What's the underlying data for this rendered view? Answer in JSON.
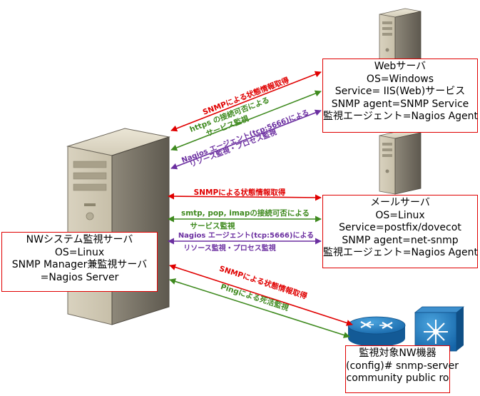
{
  "colors": {
    "red": "#e00000",
    "green": "#3f8a1f",
    "purple": "#6b2fa0",
    "box_border": "#e00000"
  },
  "servers": {
    "web": {
      "title": "Webサーバ",
      "lines": [
        "OS=Windows",
        "Service= IIS(Web)サービス",
        "SNMP agent=SNMP Service",
        "監視エージェント=Nagios Agent"
      ]
    },
    "mail": {
      "title": "メールサーバ",
      "lines": [
        "OS=Linux",
        "Service=postfix/dovecot",
        "SNMP agent=net-snmp",
        "監視エージェント=Nagios Agent"
      ]
    },
    "nagios": {
      "title": "NWシステム監視サーバ",
      "lines": [
        "OS=Linux",
        "SNMP Manager兼監視サーバ",
        "=Nagios Server"
      ]
    },
    "nw": {
      "title": "監視対象NW機器",
      "lines": [
        "(config)# snmp-server",
        "community public ro"
      ]
    }
  },
  "connections": {
    "web": {
      "snmp": "SNMPによる状態情報取得",
      "https_1": "https の接続可否による",
      "https_2": "サービス監視",
      "agent_1": "Nagios エージェント(tcp:5666)による",
      "agent_2": "リソース監視・プロセス監視"
    },
    "mail": {
      "snmp": "SNMPによる状態情報取得",
      "smtp_1": "smtp, pop, imapの接続可否による",
      "smtp_2": "サービス監視",
      "agent_1": "Nagios エージェント(tcp:5666)による",
      "agent_2": "リソース監視・プロセス監視"
    },
    "nw": {
      "snmp": "SNMPによる状態情報取得",
      "ping": "Pingによる死活監視"
    }
  },
  "icons": [
    "server-tower-icon",
    "router-icon",
    "switch-icon"
  ]
}
